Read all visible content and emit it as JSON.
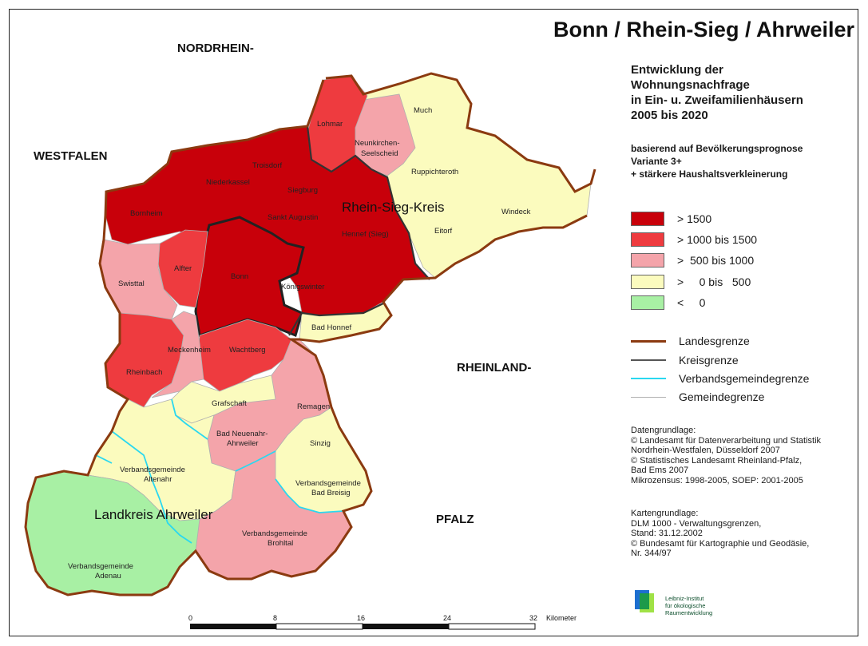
{
  "title": "Bonn / Rhein-Sieg / Ahrweiler",
  "subtitle_lines": [
    "Entwicklung der",
    "Wohnungsnachfrage",
    "in Ein- u. Zweifamilienhäusern",
    "2005 bis 2020"
  ],
  "note_lines": [
    "basierend auf Bevölkerungsprognose",
    "Variante 3+",
    "+ stärkere Haushaltsverkleinerung"
  ],
  "legend_classes": [
    {
      "label": "> 1500",
      "color": "#c8000a"
    },
    {
      "label": "> 1000 bis 1500",
      "color": "#ee3b3f"
    },
    {
      "label": ">  500 bis 1000",
      "color": "#f4a4aa"
    },
    {
      "label": ">     0 bis   500",
      "color": "#fbfbbe"
    },
    {
      "label": "<     0",
      "color": "#a8f0a4"
    }
  ],
  "legend_lines": [
    {
      "label": "Landesgrenze",
      "color": "#8b3a10"
    },
    {
      "label": "Kreisgrenze",
      "color": "#555555"
    },
    {
      "label": "Verbandsgemeindegrenze",
      "color": "#2ad8f0"
    },
    {
      "label": "Gemeindegrenze",
      "color": "#b0b0b0"
    }
  ],
  "source_lines": [
    "Datengrundlage:",
    "© Landesamt für Datenverarbeitung und Statistik",
    "Nordrhein-Westfalen, Düsseldorf 2007",
    "© Statistisches Landesamt Rheinland-Pfalz,",
    "Bad Ems 2007",
    "Mikrozensus: 1998-2005, SOEP: 2001-2005"
  ],
  "carto_lines": [
    "Kartengrundlage:",
    "DLM 1000 - Verwaltungsgrenzen,",
    "Stand: 31.12.2002",
    "© Bundesamt für Kartographie und Geodäsie,",
    "Nr. 344/97"
  ],
  "logo_text": [
    "Leibniz-Institut",
    "für ökologische",
    "Raumentwicklung"
  ],
  "regions": {
    "nordrhein": "NORDRHEIN-",
    "westfalen": "WESTFALEN",
    "rheinland": "RHEINLAND-",
    "pfalz": "PFALZ",
    "rhein_sieg": "Rhein-Sieg-Kreis",
    "ahrweiler": "Landkreis Ahrweiler"
  },
  "municipalities": {
    "lohmar": "Lohmar",
    "much": "Much",
    "neunkirchen_1": "Neunkirchen-",
    "neunkirchen_2": "Seelscheid",
    "troisdorf": "Troisdorf",
    "niederkassel": "Niederkassel",
    "siegburg": "Siegburg",
    "ruppichteroth": "Ruppichteroth",
    "bornheim": "Bornheim",
    "sankt_augustin": "Sankt Augustin",
    "windeck": "Windeck",
    "hennef": "Hennef (Sieg)",
    "eitorf": "Eitorf",
    "alfter": "Alfter",
    "bonn": "Bonn",
    "swisttal": "Swisttal",
    "koenigswinter": "Königswinter",
    "bad_honnef": "Bad Honnef",
    "meckenheim": "Meckenheim",
    "wachtberg": "Wachtberg",
    "rheinbach": "Rheinbach",
    "grafschaft": "Grafschaft",
    "remagen": "Remagen",
    "bad_neuenahr_1": "Bad Neuenahr-",
    "bad_neuenahr_2": "Ahrweiler",
    "sinzig": "Sinzig",
    "altenahr_1": "Verbandsgemeinde",
    "altenahr_2": "Altenahr",
    "bad_breisig_1": "Verbandsgemeinde",
    "bad_breisig_2": "Bad Breisig",
    "brohltal_1": "Verbandsgemeinde",
    "brohltal_2": "Brohltal",
    "adenau_1": "Verbandsgemeinde",
    "adenau_2": "Adenau"
  },
  "scale": {
    "ticks": [
      "0",
      "8",
      "16",
      "24",
      "32"
    ],
    "unit": "Kilometer"
  }
}
